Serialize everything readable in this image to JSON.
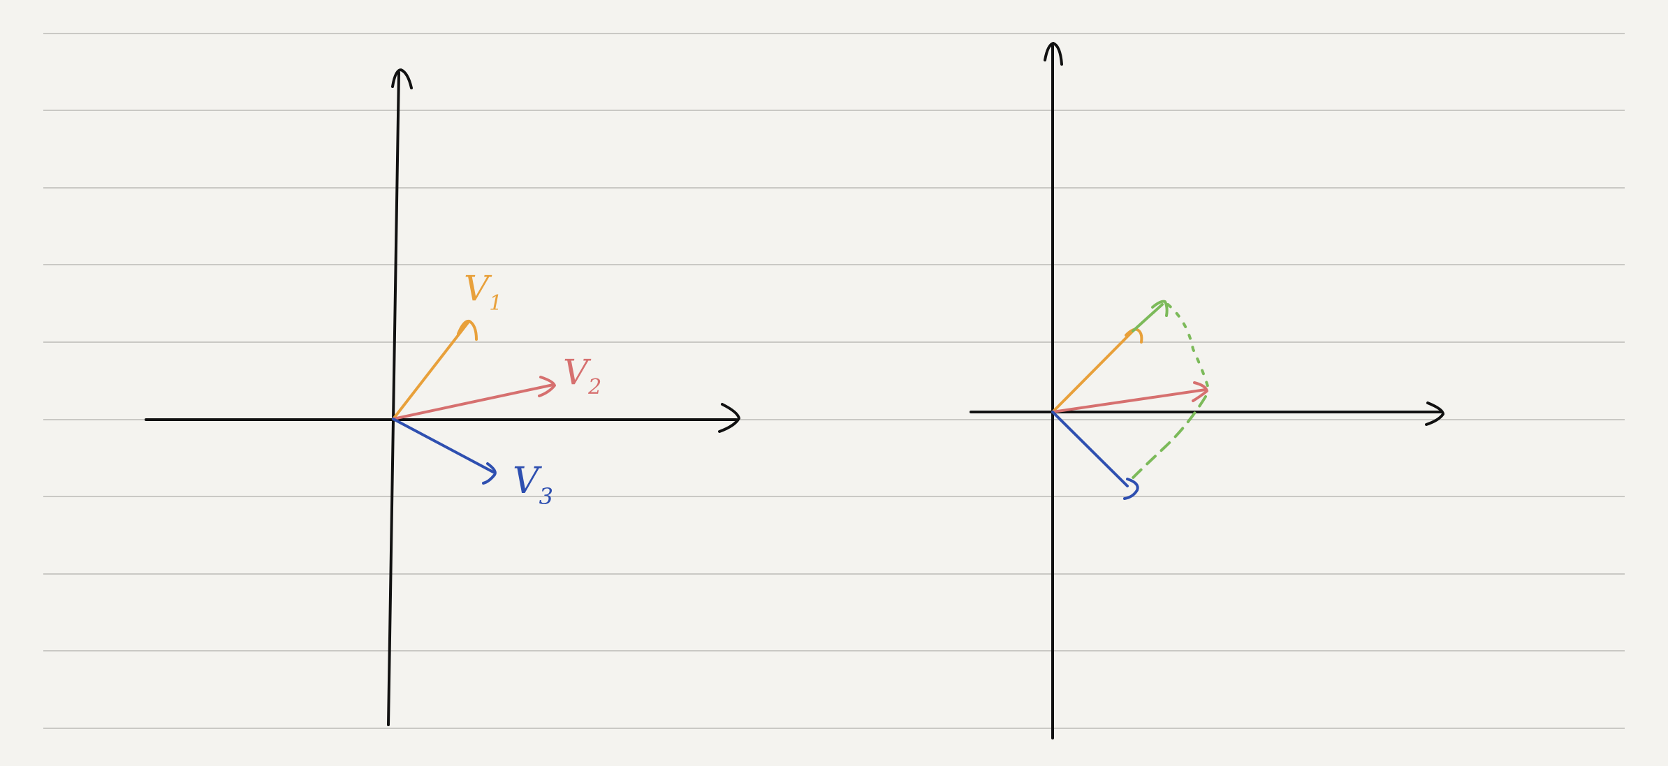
{
  "colors": {
    "paper": "#f4f3ef",
    "rule": "#c9c8c4",
    "axis": "#111111",
    "v1": "#e8a03a",
    "v2": "#d6706f",
    "v3": "#2e4fb0",
    "sum_path": "#7cba5a"
  },
  "left_panel": {
    "labels": {
      "v1": {
        "letter": "V",
        "sub": "1"
      },
      "v2": {
        "letter": "V",
        "sub": "2"
      },
      "v3": {
        "letter": "V",
        "sub": "3"
      }
    }
  },
  "right_panel": {
    "note": ""
  }
}
